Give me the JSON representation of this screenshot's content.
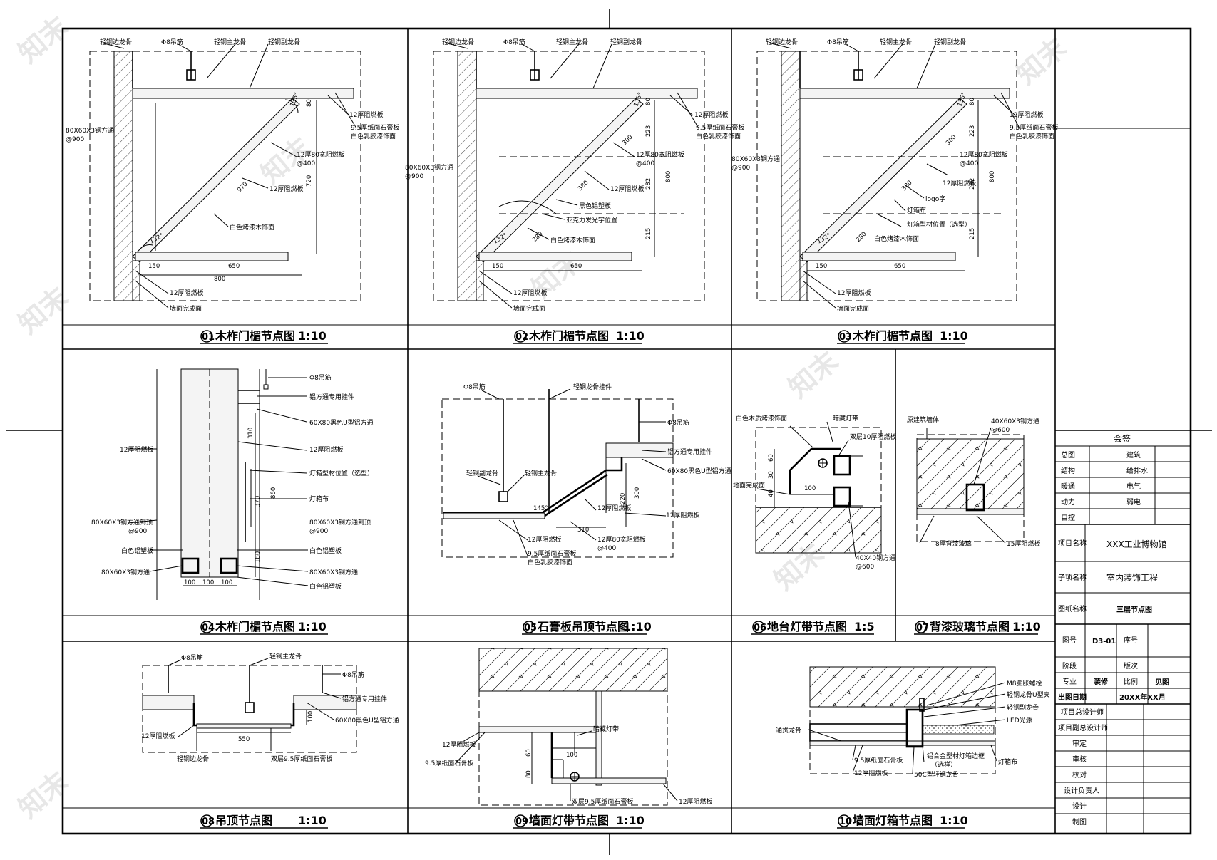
{
  "panels": {
    "p01": {
      "num": "01",
      "title": "木柞门楣节点图",
      "scale": "1:10",
      "labels": {
        "light_keel": "轻钢边龙骨",
        "rod": "Φ8吊筋",
        "main_keel": "轻钢主龙骨",
        "sub_keel": "轻钢副龙骨",
        "steel_tube": "80X60X3钢方通",
        "spacing": "@900",
        "board_top": "12厚阻燃板",
        "gypsum": "9.5厚纸面石膏板",
        "paint": "白色乳胶漆饰面",
        "strip": "12厚80宽阻燃板",
        "strip_sp": "@400",
        "board_diag": "12厚阻燃板",
        "wood_paint": "白色烤漆木饰面",
        "board_bottom": "12厚阻燃板",
        "wall_finish": "墙面完成面"
      },
      "dims": {
        "d150": "150",
        "d650": "650",
        "d800": "800",
        "d970": "970",
        "d80": "80",
        "d720": "720",
        "a135": "135°",
        "a132": "132°"
      }
    },
    "p02": {
      "num": "02",
      "title": "木柞门楣节点图",
      "scale": "1:10",
      "labels": {
        "light_keel": "轻钢边龙骨",
        "rod": "Φ8吊筋",
        "main_keel": "轻钢主龙骨",
        "sub_keel": "轻钢副龙骨",
        "steel_tube": "80X60X3钢方通",
        "spacing": "@900",
        "board_top": "12厚阻燃板",
        "gypsum": "9.5厚纸面石膏板",
        "paint": "白色乳胶漆饰面",
        "strip": "12厚80宽阻燃板",
        "strip_sp": "@400",
        "board_diag": "12厚阻燃板",
        "alum": "黑色铝塑板",
        "acrylic": "亚克力发光字位置",
        "wood_paint": "白色烤漆木饰面",
        "board_bottom": "12厚阻燃板",
        "wall_finish": "墙面完成面"
      },
      "dims": {
        "d150": "150",
        "d650": "650",
        "d300": "300",
        "d380": "380",
        "d280": "280",
        "d80": "80",
        "d223": "223",
        "d282": "282",
        "d215": "215",
        "d800": "800",
        "a135": "135°",
        "a132": "132°"
      }
    },
    "p03": {
      "num": "03",
      "title": "木柞门楣节点图",
      "scale": "1:10",
      "labels": {
        "light_keel": "轻钢边龙骨",
        "rod": "Φ8吊筋",
        "main_keel": "轻钢主龙骨",
        "sub_keel": "轻钢副龙骨",
        "steel_tube": "80X60X3钢方通",
        "spacing": "@900",
        "board_top": "12厚阻燃板",
        "gypsum": "9.5厚纸面石膏板",
        "paint": "白色乳胶漆饰面",
        "strip": "12厚80宽阻燃板",
        "strip_sp": "@400",
        "board_diag": "12厚阻燃板",
        "logo": "logo字",
        "light_cloth": "灯箱布",
        "light_pos": "灯箱型材位置（选型）",
        "wood_paint": "白色烤漆木饰面",
        "board_bottom": "12厚阻燃板",
        "wall_finish": "墙面完成面"
      },
      "dims": {
        "d150": "150",
        "d650": "650",
        "d300": "300",
        "d380": "380",
        "d280": "280",
        "d80": "80",
        "d223": "223",
        "d282": "282",
        "d215": "215",
        "d800": "800",
        "a135": "135°",
        "a132": "132°"
      }
    },
    "p04": {
      "num": "04",
      "title": "木柞门楣节点图",
      "scale": "1:10",
      "labels": {
        "rod": "Φ8吊筋",
        "alu_hanger": "铝方通专用挂件",
        "u_tube": "60X80黑色U型铝方通",
        "board": "12厚阻燃板",
        "board_r": "12厚阻燃板",
        "light_pos": "灯箱型材位置（选型）",
        "light_cloth": "灯箱布",
        "tube_l": "80X60X3钢方通到顶",
        "sp_l": "@900",
        "tube_r": "80X60X3钢方通到顶",
        "sp_r": "@900",
        "alu_l": "白色铝塑板",
        "alu_r": "白色铝塑板",
        "tube_bl": "80X60X3钢方通",
        "tube_br": "80X60X3钢方通",
        "alu_b": "白色铝塑板"
      },
      "dims": {
        "d310": "310",
        "d860": "860",
        "d370": "370",
        "d180": "180",
        "d100a": "100",
        "d100b": "100",
        "d100c": "100"
      }
    },
    "p05": {
      "num": "05",
      "title": "石膏板吊顶节点图",
      "scale": "1:10",
      "labels": {
        "rod_l": "Φ8吊筋",
        "keel_hanger": "轻钢龙骨挂件",
        "rod_r": "Φ8吊筋",
        "alu_hanger": "铝方通专用挂件",
        "u_tube": "60X80黑色U型铝方通",
        "sub_keel": "轻钢副龙骨",
        "main_keel": "轻钢主龙骨",
        "board_m": "12厚阻燃板",
        "board_r": "12厚阻燃板",
        "board_b": "12厚阻燃板",
        "gypsum": "9.5厚纸面石膏板",
        "paint": "白色乳胶漆饰面",
        "strip": "12厚80宽阻燃板",
        "strip_sp": "@400"
      },
      "dims": {
        "d220": "220",
        "d300": "300",
        "d310": "310",
        "a145": "145°"
      }
    },
    "p06": {
      "num": "06",
      "title": "地台灯带节点图",
      "scale": "1:5",
      "labels": {
        "wood": "白色木质烤漆饰面",
        "hidden_light": "暗藏灯带",
        "double_board": "双层10厚阻燃板",
        "floor": "地面完成面",
        "tube": "40X40钢方通",
        "sp": "@600"
      },
      "dims": {
        "d60": "60",
        "d30": "30",
        "d40": "40",
        "d100": "100"
      }
    },
    "p07": {
      "num": "07",
      "title": "背漆玻璃节点图",
      "scale": "1:10",
      "labels": {
        "wall": "原建筑墙体",
        "tube": "40X60X3钢方通",
        "sp": "@600",
        "glass": "8厚背漆玻璃",
        "board": "15厚阻燃板"
      }
    },
    "p08": {
      "num": "08",
      "title": "吊顶节点图",
      "scale": "1:10",
      "labels": {
        "rod_l": "Φ8吊筋",
        "main_keel": "轻钢主龙骨",
        "rod_r": "Φ8吊筋",
        "alu_hanger": "铝方通专用挂件",
        "u_tube": "60X80黑色U型铝方通",
        "board": "12厚阻燃板",
        "edge_keel": "轻钢边龙骨",
        "gypsum": "双层9.5厚纸面石膏板"
      },
      "dims": {
        "d550": "550",
        "d100": "100"
      }
    },
    "p09": {
      "num": "09",
      "title": "墙面灯带节点图",
      "scale": "1:10",
      "labels": {
        "board_l": "12厚阻燃板",
        "gypsum": "9.5厚纸面石膏板",
        "hidden_light": "暗藏灯带",
        "double": "双层9.5厚纸面石膏板",
        "board_r": "12厚阻燃板"
      },
      "dims": {
        "d100": "100",
        "d60": "60",
        "d80": "80"
      }
    },
    "p10": {
      "num": "10",
      "title": "墙面灯箱节点图",
      "scale": "1:10",
      "labels": {
        "bolt": "M8膨胀螺栓",
        "u_clip": "轻钢龙骨U型夹",
        "sub_keel": "轻钢副龙骨",
        "led": "LED光源",
        "main_keel": "通贯龙骨",
        "gypsum": "9.5厚纸面石膏板",
        "board": "12厚阻燃板",
        "alu_frame": "铝合金型材灯箱边框",
        "alu_frame2": "（选样）",
        "c_keel": "50C型轻钢龙骨",
        "cloth": "灯箱布"
      }
    }
  },
  "titleblock": {
    "sign": "会签",
    "rows": [
      [
        "总图",
        "建筑"
      ],
      [
        "结构",
        "给排水"
      ],
      [
        "暖通",
        "电气"
      ],
      [
        "动力",
        "弱电"
      ],
      [
        "自控",
        ""
      ]
    ],
    "project_label": "项目名称",
    "project": "XXX工业博物馆",
    "sub_label": "子项名称",
    "sub": "室内装饰工程",
    "drawing_label": "图纸名称",
    "drawing": "三层节点图",
    "no_label": "图号",
    "no": "D3-01",
    "seq_label": "序号",
    "stage_label": "阶段",
    "ver_label": "版次",
    "spec_label": "专业",
    "spec": "装修",
    "scale_label": "比例",
    "scale": "见图",
    "date_label": "出图日期",
    "date": "20XX年XX月",
    "signoff": [
      "项目总设计师",
      "项目副总设计师",
      "审定",
      "审核",
      "校对",
      "设计负责人",
      "设计",
      "制图"
    ]
  },
  "watermark": "知末"
}
